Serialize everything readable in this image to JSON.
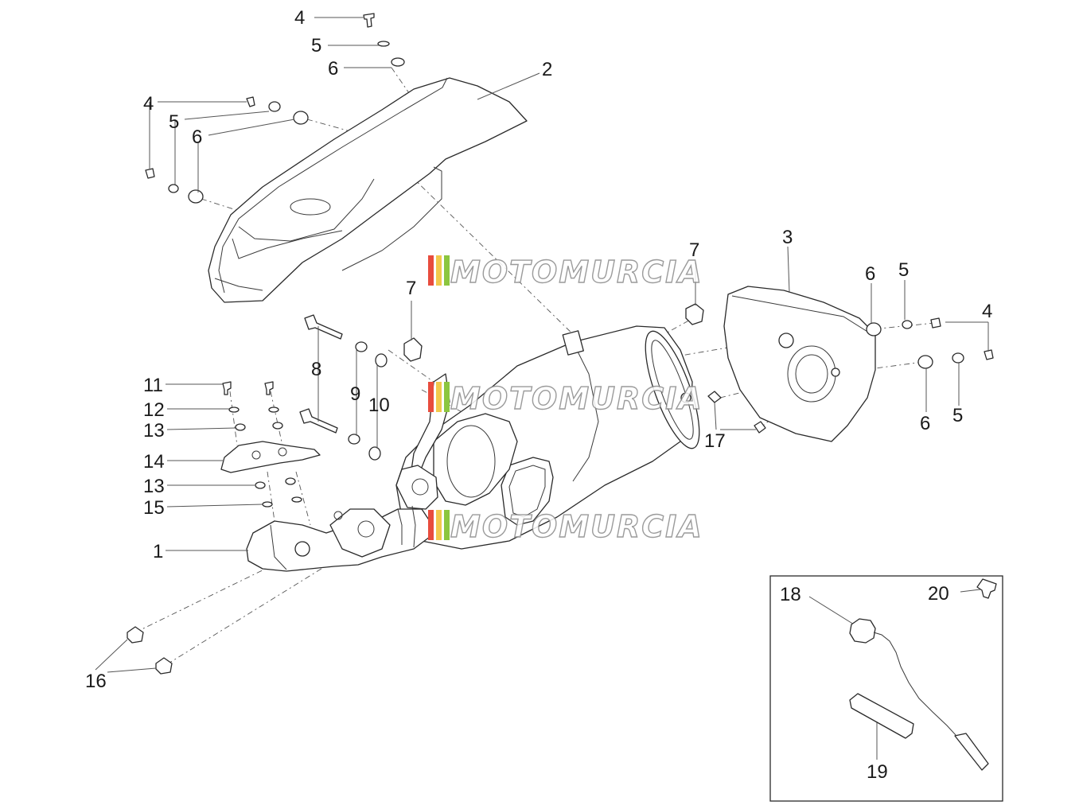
{
  "callouts": [
    {
      "id": "c4a",
      "text": "4"
    },
    {
      "id": "c5a",
      "text": "5"
    },
    {
      "id": "c6a",
      "text": "6"
    },
    {
      "id": "c2",
      "text": "2"
    },
    {
      "id": "c4b",
      "text": "4"
    },
    {
      "id": "c5b",
      "text": "5"
    },
    {
      "id": "c6b",
      "text": "6"
    },
    {
      "id": "c7a",
      "text": "7"
    },
    {
      "id": "c3",
      "text": "3"
    },
    {
      "id": "c7b",
      "text": "7"
    },
    {
      "id": "c6c",
      "text": "6"
    },
    {
      "id": "c5c",
      "text": "5"
    },
    {
      "id": "c4c",
      "text": "4"
    },
    {
      "id": "c11",
      "text": "11"
    },
    {
      "id": "c12",
      "text": "12"
    },
    {
      "id": "c13a",
      "text": "13"
    },
    {
      "id": "c14",
      "text": "14"
    },
    {
      "id": "c13b",
      "text": "13"
    },
    {
      "id": "c15",
      "text": "15"
    },
    {
      "id": "c1",
      "text": "1"
    },
    {
      "id": "c8",
      "text": "8"
    },
    {
      "id": "c9",
      "text": "9"
    },
    {
      "id": "c10",
      "text": "10"
    },
    {
      "id": "c17",
      "text": "17"
    },
    {
      "id": "c6d",
      "text": "6"
    },
    {
      "id": "c5d",
      "text": "5"
    },
    {
      "id": "c16",
      "text": "16"
    },
    {
      "id": "c18",
      "text": "18"
    },
    {
      "id": "c20",
      "text": "20"
    },
    {
      "id": "c19",
      "text": "19"
    }
  ],
  "watermark": {
    "text": "MOTOMURCIA",
    "stripe_colors": [
      "#e84c3d",
      "#f2c94c",
      "#8cc63f"
    ]
  }
}
